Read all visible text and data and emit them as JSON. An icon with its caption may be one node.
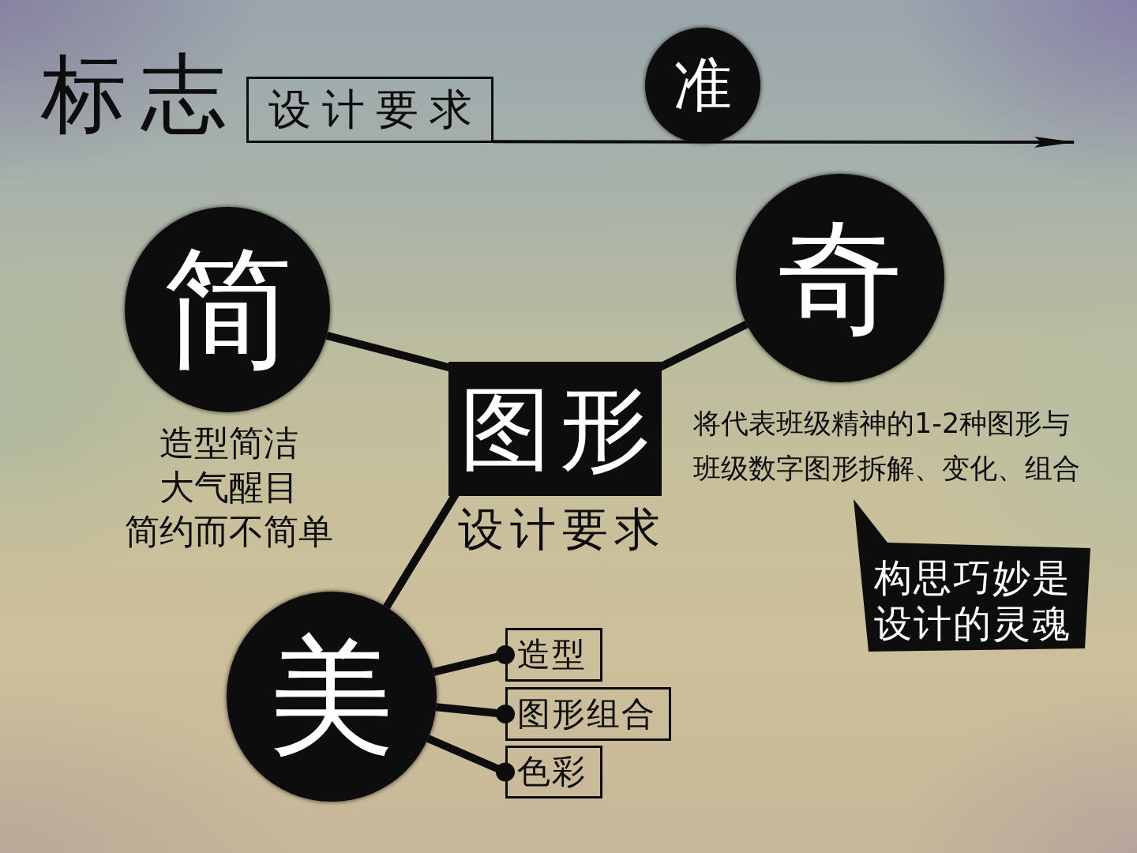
{
  "diagram": {
    "title": "标志",
    "nodes": [
      {
        "text": [
          "设计要求"
        ]
      },
      {
        "text": [
          "准"
        ]
      },
      {
        "text": [
          "简"
        ],
        "beside": [
          "造型简洁",
          "大气醒目",
          "简约而不简单"
        ]
      },
      {
        "text": [
          "奇"
        ],
        "beside": [
          "将代表班级精神的1-2种图形与班级数字图形拆解、变化、组合"
        ]
      },
      {
        "text": [
          "图形"
        ],
        "beside": [
          "设计要求"
        ]
      },
      {
        "text": [
          "美"
        ]
      },
      {
        "text": [
          "造型"
        ]
      },
      {
        "text": [
          "图形组合"
        ]
      },
      {
        "text": [
          "色彩"
        ]
      },
      {
        "text": [
          "构思巧妙是设计的灵魂"
        ]
      }
    ],
    "edges": [
      {
        "from": 0,
        "to": null,
        "arrow": "to"
      },
      {
        "from": 4,
        "to": 2,
        "arrow": "none"
      },
      {
        "from": 4,
        "to": 3,
        "arrow": "none"
      },
      {
        "from": 4,
        "to": 5,
        "arrow": "none"
      },
      {
        "from": 5,
        "to": 6,
        "arrow": "other"
      },
      {
        "from": 5,
        "to": 7,
        "arrow": "other"
      },
      {
        "from": 5,
        "to": 8,
        "arrow": "other"
      }
    ]
  }
}
